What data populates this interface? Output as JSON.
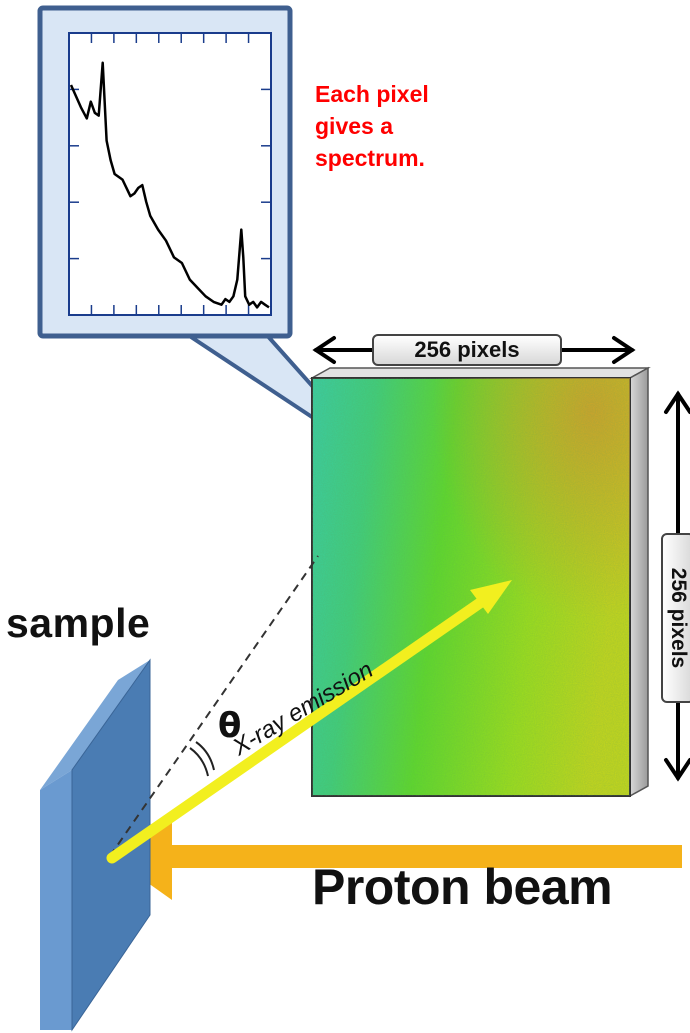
{
  "callout": {
    "line1": "Each pixel",
    "line2": "gives a",
    "line3": "spectrum."
  },
  "detector": {
    "width_label": "256 pixels",
    "height_label": "256 pixels"
  },
  "sample_label": "sample",
  "beam_label": "Proton beam",
  "theta_label": "θ",
  "xray_label": "X-ray emission",
  "colors": {
    "callout_text": "#ff0000",
    "beam": "#f5b21a",
    "xray_arrow": "#f2ef1f",
    "sample_face": "#4a7cb3",
    "sample_side": "#7aa6d6",
    "callout_border": "#3f5f8f",
    "callout_fill": "#d9e6f5"
  },
  "inset_spectrum": {
    "type": "line",
    "title": "",
    "xlabel": "",
    "ylabel": "",
    "x": [
      0,
      0.05,
      0.08,
      0.1,
      0.12,
      0.14,
      0.16,
      0.18,
      0.2,
      0.22,
      0.26,
      0.3,
      0.32,
      0.34,
      0.36,
      0.38,
      0.4,
      0.44,
      0.48,
      0.52,
      0.56,
      0.6,
      0.64,
      0.68,
      0.72,
      0.76,
      0.78,
      0.8,
      0.82,
      0.84,
      0.86,
      0.87,
      0.88,
      0.9,
      0.92,
      0.94,
      0.96,
      0.98,
      1.0
    ],
    "y": [
      0.82,
      0.74,
      0.7,
      0.76,
      0.72,
      0.71,
      0.9,
      0.62,
      0.55,
      0.5,
      0.48,
      0.42,
      0.43,
      0.45,
      0.46,
      0.4,
      0.35,
      0.3,
      0.26,
      0.2,
      0.18,
      0.12,
      0.09,
      0.06,
      0.04,
      0.03,
      0.05,
      0.04,
      0.06,
      0.12,
      0.3,
      0.2,
      0.06,
      0.03,
      0.04,
      0.02,
      0.04,
      0.03,
      0.02
    ],
    "xlim": [
      0,
      1
    ],
    "ylim": [
      0,
      1
    ]
  }
}
